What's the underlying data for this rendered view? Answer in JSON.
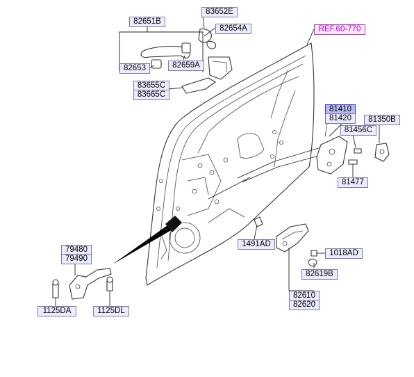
{
  "labels": {
    "l82651B": "82651B",
    "l83652E": "83652E",
    "l82654A": "82654A",
    "l82653": "82653",
    "l82659A": "82659A",
    "l83655C": "83655C",
    "l83665C": "83665C",
    "ref": "REF.60-770",
    "l81410": "81410",
    "l81420": "81420",
    "l81350B": "81350B",
    "l81456C": "81456C",
    "l81477": "81477",
    "l1491AD": "1491AD",
    "l1018AD": "1018AD",
    "l82619B": "82619B",
    "l82610": "82610",
    "l82620": "82620",
    "l79480": "79480",
    "l79490": "79490",
    "l1125DA": "1125DA",
    "l1125DL": "1125DL"
  },
  "colors": {
    "label_fill": "#ececff",
    "label_selected_fill": "#b9b9f4",
    "ref_text": "#b000c0",
    "line": "#222222"
  }
}
